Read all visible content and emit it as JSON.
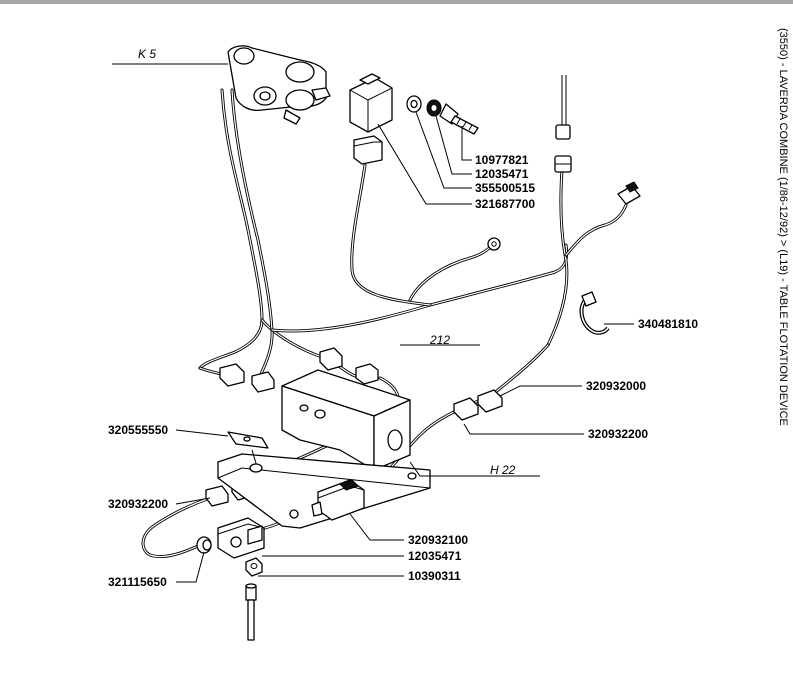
{
  "header": {
    "side_title": "(3550) - LAVERDA COMBINE (1/86-12/92) > (L19) - TABLE FLOTATION DEVICE"
  },
  "labels": {
    "k5": "K 5",
    "n212": "212",
    "h22": "H 22",
    "p10977821": "10977821",
    "p12035471_top": "12035471",
    "p355500515": "355500515",
    "p321687700": "321687700",
    "p340481810": "340481810",
    "p320932000": "320932000",
    "p320932200_right": "320932200",
    "p320555550": "320555550",
    "p320932200_left": "320932200",
    "p320932100": "320932100",
    "p12035471_bottom": "12035471",
    "p10390311": "10390311",
    "p321115650": "321115650"
  },
  "colors": {
    "line": "#000000",
    "background": "#ffffff",
    "top_bar": "#a7a7a7"
  }
}
